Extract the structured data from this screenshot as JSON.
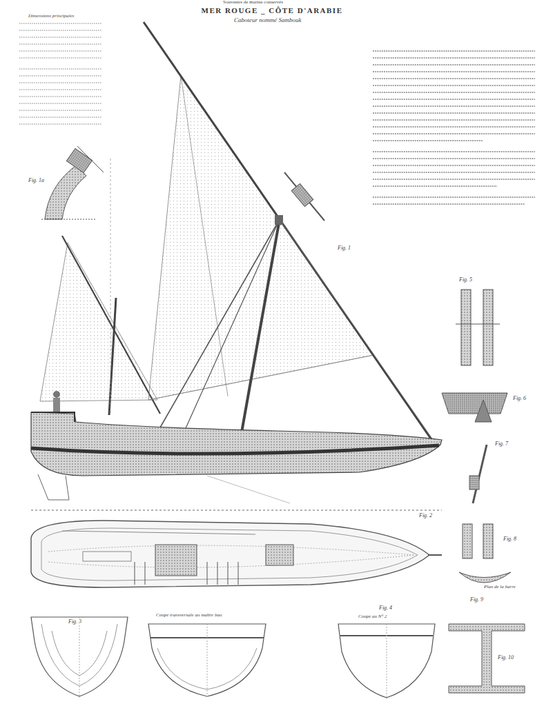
{
  "diagram": {
    "title": "MER ROUGE _ CÔTE D'ARABIE",
    "labels": [
      "Souvenirs de marine conservés",
      "Caboteur nommé Sambouk",
      "Dimensions principales",
      "Fig. 1",
      "Fig. 1a",
      "Fig. 2",
      "Fig. 3",
      "Fig. 4",
      "Fig. 5",
      "Fig. 6",
      "Fig. 7",
      "Fig. 8",
      "Fig. 9",
      "Fig. 10",
      "Coupe au N° 2",
      "Coupe transversale au maître bau",
      "Plan de la barre"
    ]
  }
}
